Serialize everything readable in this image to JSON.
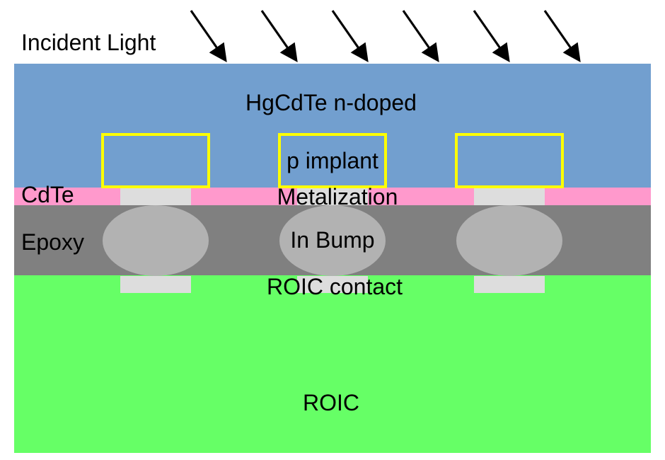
{
  "labels": {
    "incident_light": "Incident Light",
    "hgcdte": "HgCdTe n-doped",
    "p_implant": "p implant",
    "cdte": "CdTe",
    "metalization": "Metalization",
    "epoxy": "Epoxy",
    "in_bump": "In Bump",
    "roic_contact": "ROIC contact",
    "roic": "ROIC"
  },
  "colors": {
    "hgcdte_layer": "#729fcf",
    "cdte_layer": "#ff99cc",
    "epoxy_layer": "#808080",
    "roic_layer": "#66ff66",
    "implant_outline": "#ffff00",
    "metal_contact": "#dddddd",
    "indium_bump": "#b2b2b2",
    "arrow": "#000000"
  }
}
